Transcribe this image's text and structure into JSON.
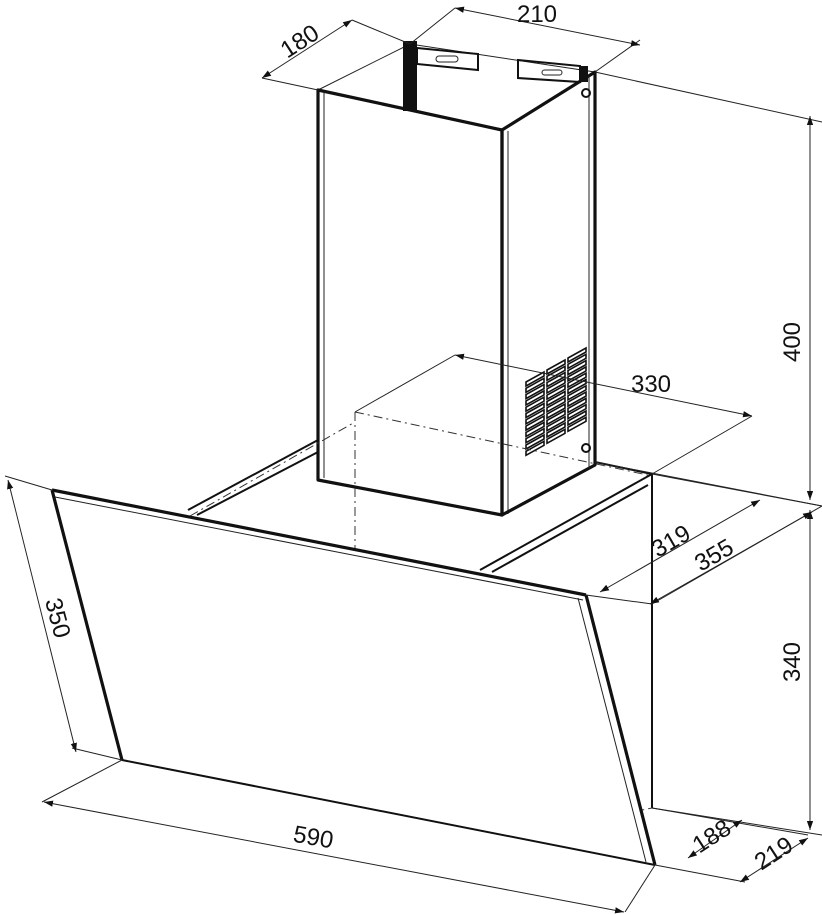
{
  "dimensions": {
    "chimney_width": "210",
    "chimney_depth": "180",
    "chimney_height": "400",
    "chimney_offset": "330",
    "canopy_depth_top": "319",
    "canopy_depth_outer": "355",
    "hood_height": "340",
    "glass_panel_height": "350",
    "hood_width": "590",
    "bottom_depth": "188",
    "bottom_depth_outer": "219"
  },
  "colors": {
    "line": "#111111",
    "background": "#ffffff"
  }
}
